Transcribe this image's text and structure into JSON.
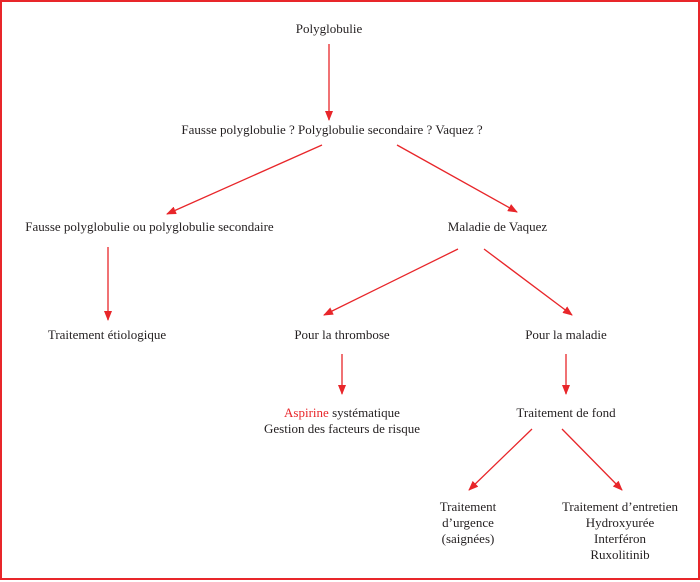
{
  "colors": {
    "border": "#e8262a",
    "arrow": "#e8262a",
    "text": "#231f20",
    "accent_text": "#e8262a"
  },
  "nodes": {
    "polyglobulie": "Polyglobulie",
    "question": "Fausse polyglobulie ? Polyglobulie secondaire ? Vaquez ?",
    "fausse_secondaire": "Fausse polyglobulie ou polyglobulie secondaire",
    "vaquez": "Maladie de Vaquez",
    "traitement_etiologique": "Traitement étiologique",
    "pour_thrombose": "Pour la thrombose",
    "pour_maladie": "Pour la maladie",
    "thrombose_treatment": {
      "aspirine": "Aspirine",
      "aspirine_suffix": " systématique",
      "gestion": "Gestion des facteurs de risque"
    },
    "traitement_fond": "Traitement de fond",
    "urgence": [
      "Traitement",
      "d’urgence",
      "(saignées)"
    ],
    "entretien": [
      "Traitement d’entretien",
      "Hydroxyurée",
      "Interféron",
      "Ruxolitinib"
    ]
  }
}
